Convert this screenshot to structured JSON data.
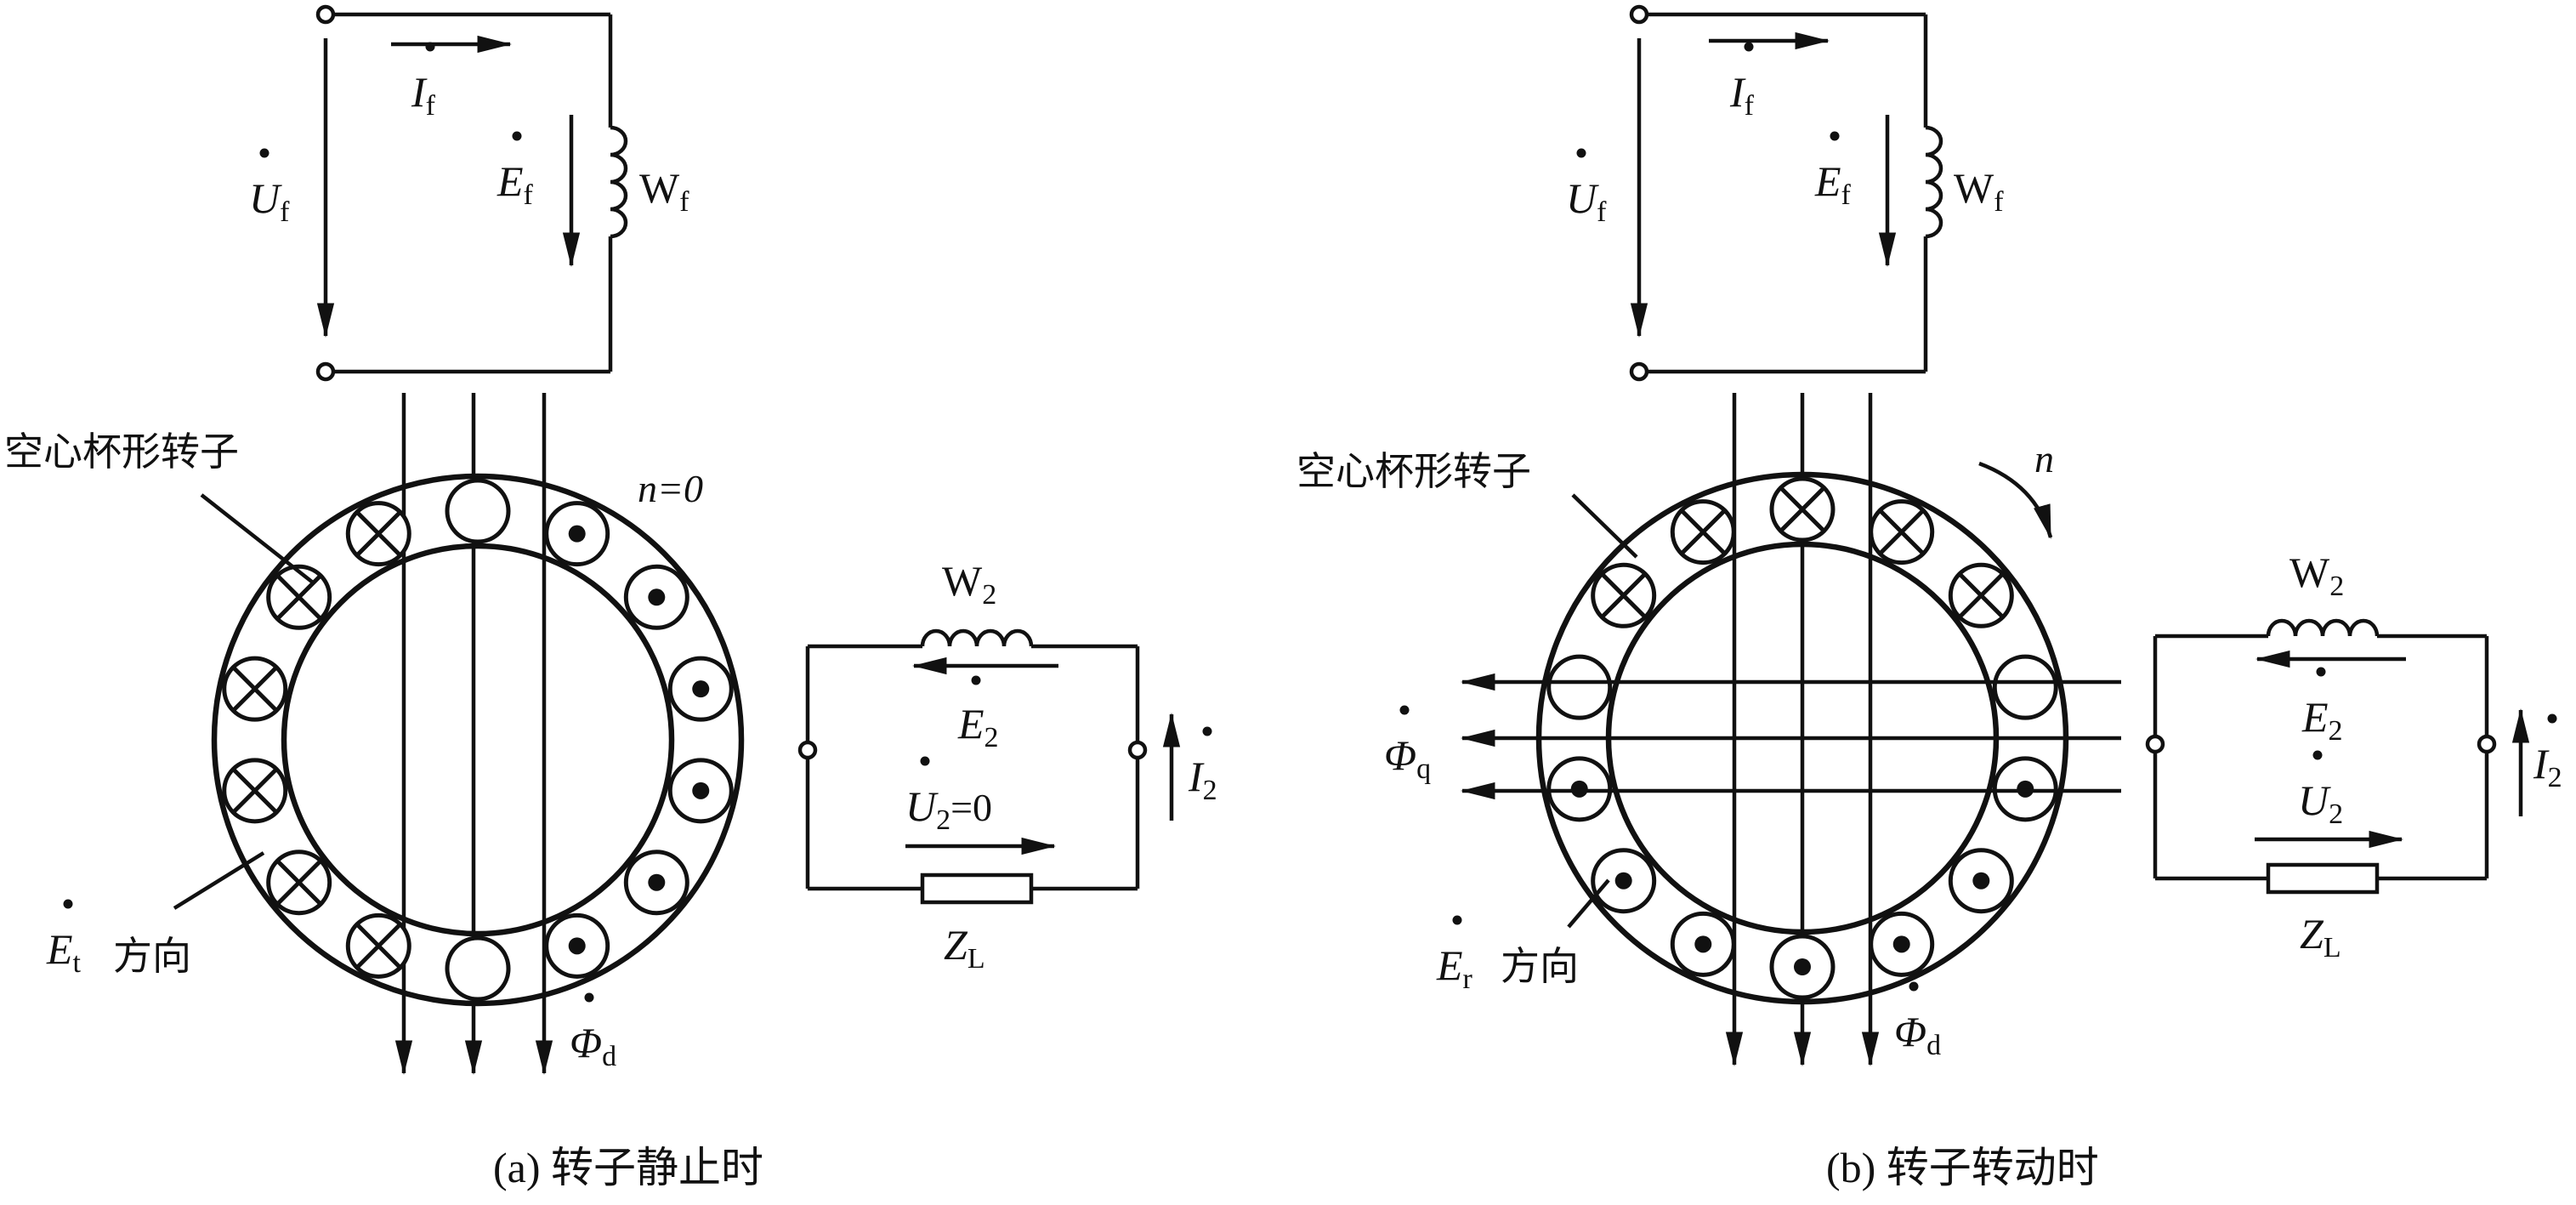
{
  "panel_a": {
    "rotor_label": "空心杯形转子",
    "et_symbol": "E",
    "et_sub": "t",
    "et_suffix": "方向",
    "n_label": "n=0",
    "uf": "U",
    "uf_sub": "f",
    "if": "I",
    "if_sub": "f",
    "ef": "E",
    "ef_sub": "f",
    "wf": "W",
    "wf_sub": "f",
    "w2": "W",
    "w2_sub": "2",
    "e2": "E",
    "e2_sub": "2",
    "u2": "U",
    "u2_sub": "2",
    "u2_value": "=0",
    "i2": "I",
    "i2_sub": "2",
    "zl": "Z",
    "zl_sub": "L",
    "phid": "Φ",
    "phid_sub": "d",
    "caption": "(a) 转子静止时"
  },
  "panel_b": {
    "rotor_label": "空心杯形转子",
    "er_symbol": "E",
    "er_sub": "r",
    "er_suffix": "方向",
    "n_label": "n",
    "uf": "U",
    "uf_sub": "f",
    "if": "I",
    "if_sub": "f",
    "ef": "E",
    "ef_sub": "f",
    "wf": "W",
    "wf_sub": "f",
    "w2": "W",
    "w2_sub": "2",
    "e2": "E",
    "e2_sub": "2",
    "u2": "U",
    "u2_sub": "2",
    "i2": "I",
    "i2_sub": "2",
    "zl": "Z",
    "zl_sub": "L",
    "phid": "Φ",
    "phid_sub": "d",
    "phiq": "Φ",
    "phiq_sub": "q",
    "caption": "(b) 转子转动时"
  }
}
